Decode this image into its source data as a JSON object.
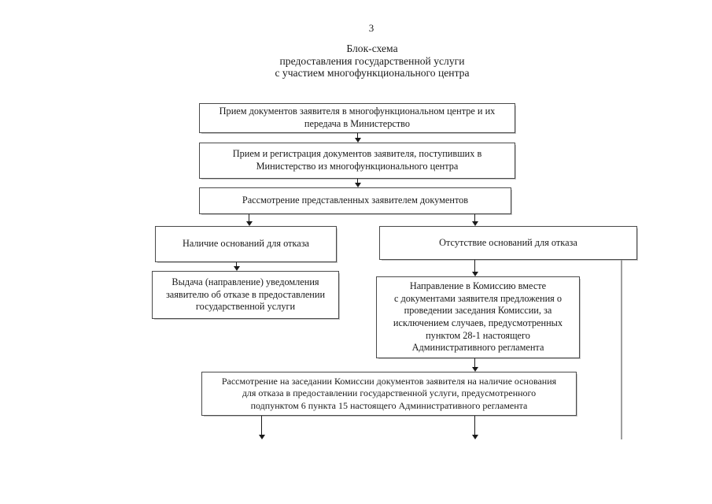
{
  "page": {
    "number": "3"
  },
  "title": {
    "line1": "Блок-схема",
    "line2": "предоставления государственной услуги",
    "line3": "с участием многофункционального центра"
  },
  "nodes": {
    "mfc_intake": "Прием документов заявителя в многофункциональном центре и их\nпередача в Министерство",
    "ministry_registration": "Прием и регистрация документов заявителя, поступивших в\nМинистерство из многофункционального центра",
    "review_documents": "Рассмотрение представленных заявителем документов",
    "grounds_for_refusal": "Наличие оснований для отказа",
    "no_grounds_for_refusal": "Отсутствие оснований для отказа",
    "refusal_notice": "Выдача (направление) уведомления\nзаявителю об отказе в предоставлении\nгосударственной услуги",
    "commission_referral": "Направление в Комиссию вместе\nс документами заявителя предложения о\nпроведении заседания Комиссии, за\nисключением случаев, предусмотренных\nпунктом 28-1 настоящего\nАдминистративного регламента",
    "commission_review": "Рассмотрение на заседании Комиссии документов заявителя на наличие основания\nдля отказа в предоставлении государственной услуги, предусмотренного\nподпунктом 6 пункта 15 настоящего Административного регламента"
  }
}
